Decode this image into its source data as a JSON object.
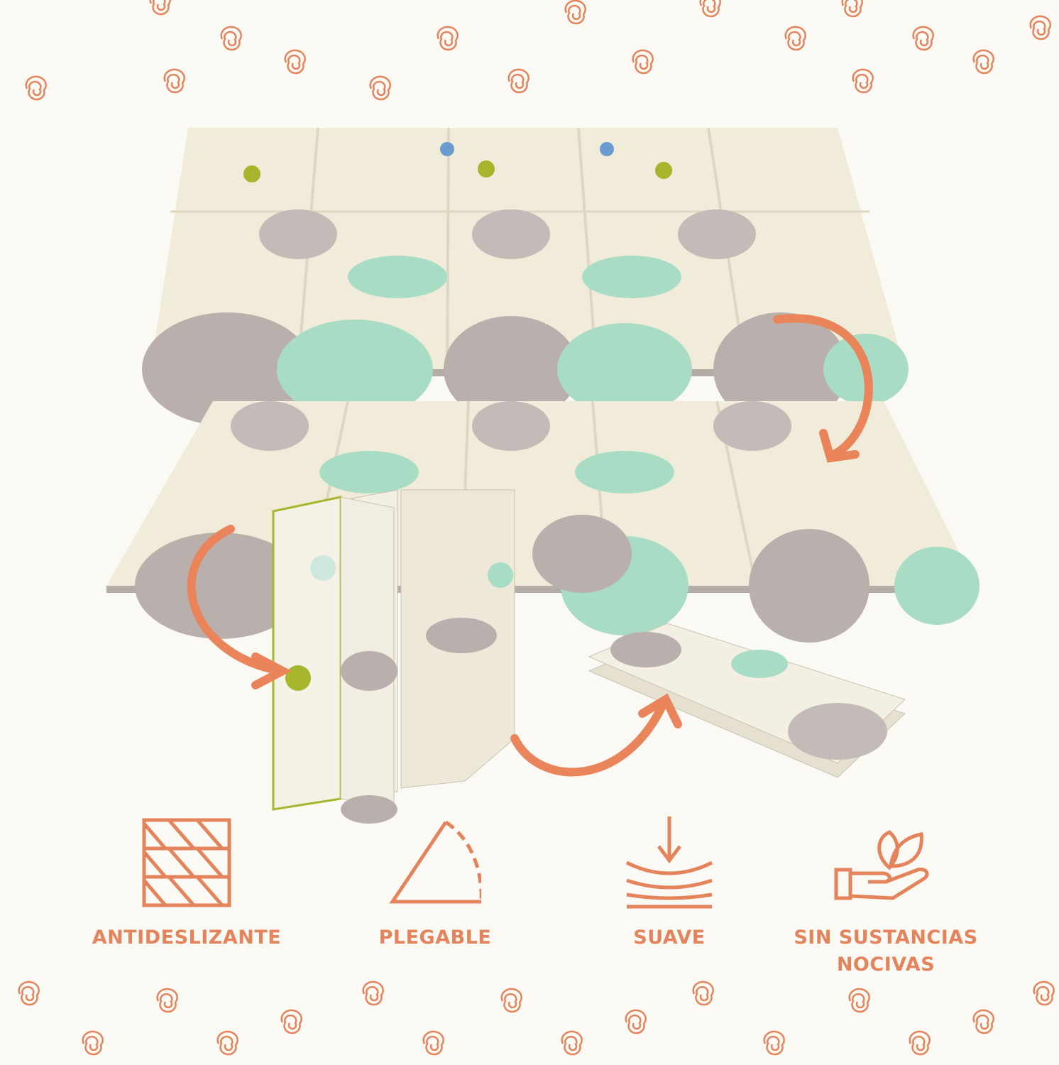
{
  "colors": {
    "accent": "#e3845c",
    "background": "#fbf9f3",
    "mat": "#f1ecd9",
    "mat_edge": "#b3aca7",
    "mint": "#a8dcc4",
    "gray_hill": "#b9b0ad",
    "lime": "#a6b52c"
  },
  "features": [
    {
      "icon": "anti-slip-grid-icon",
      "label": "ANTIDESLIZANTE"
    },
    {
      "icon": "foldable-triangle-icon",
      "label": "PLEGABLE"
    },
    {
      "icon": "soft-compression-icon",
      "label": "SUAVE"
    },
    {
      "icon": "hand-leaf-icon",
      "label": "SIN SUSTANCIAS NOCIVAS"
    }
  ]
}
